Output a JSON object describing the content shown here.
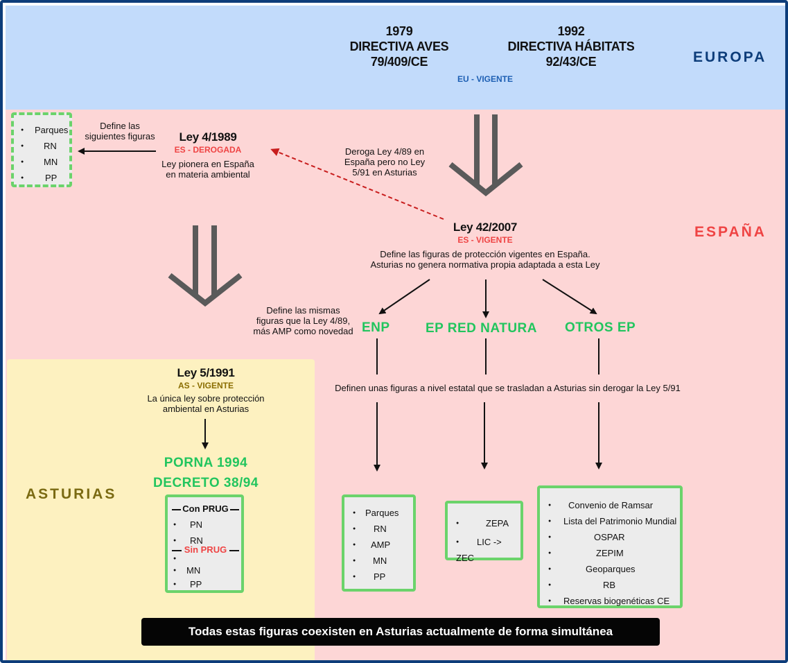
{
  "regions": {
    "europa": "EUROPA",
    "espana": "ESPAÑA",
    "asturias": "ASTURIAS"
  },
  "colors": {
    "europa_bg": "#c2dbfb",
    "espana_bg": "#fdd6d6",
    "asturias_bg": "#fdf1c0",
    "green": "#22c55e",
    "red": "#ef4444",
    "blue": "#0d3d7a",
    "olive": "#7a6a12"
  },
  "europa": {
    "directiva_aves": {
      "year": "1979",
      "name": "DIRECTIVA AVES",
      "code": "79/409/CE"
    },
    "directiva_habitats": {
      "year": "1992",
      "name": "DIRECTIVA HÁBITATS",
      "code": "92/43/CE"
    },
    "status": "EU - VIGENTE"
  },
  "ley_4_1989": {
    "title": "Ley 4/1989",
    "status": "ES - DEROGADA",
    "desc1": "Ley pionera en España",
    "desc2": "en materia ambiental",
    "define1": "Define las",
    "define2": "siguientes figuras",
    "figuras": [
      "Parques",
      "RN",
      "MN",
      "PP"
    ]
  },
  "deroga_note": {
    "l1": "Deroga Ley 4/89 en",
    "l2": "España pero no Ley",
    "l3": "5/91 en Asturias"
  },
  "ley_42_2007": {
    "title": "Ley 42/2007",
    "status": "ES - VIGENTE",
    "desc1": "Define las figuras de protección vigentes en España.",
    "desc2": "Asturias no genera normativa propia adaptada a esta Ley"
  },
  "mismas_note": {
    "l1": "Define las mismas",
    "l2": "figuras que la Ley 4/89,",
    "l3": "más AMP como novedad"
  },
  "categories": {
    "enp": "ENP",
    "red_natura": "EP RED NATURA",
    "otros": "OTROS EP"
  },
  "definen_note": "Definen unas figuras a nivel estatal que se trasladan a Asturias sin derogar la Ley 5/91",
  "enp_box": [
    "Parques",
    "RN",
    "AMP",
    "MN",
    "PP"
  ],
  "red_natura_box": [
    "ZEPA",
    "LIC -> ZEC"
  ],
  "otros_box": [
    "Convenio de Ramsar",
    "Lista del Patrimonio Mundial",
    "OSPAR",
    "ZEPIM",
    "Geoparques",
    "RB",
    "Reservas biogenéticas CE"
  ],
  "ley_5_1991": {
    "title": "Ley 5/1991",
    "status": "AS - VIGENTE",
    "desc1": "La única ley sobre protección",
    "desc2": "ambiental en Asturias"
  },
  "porna": {
    "l1": "PORNA 1994",
    "l2": "DECRETO 38/94"
  },
  "porna_box": {
    "con_prug": "Con PRUG",
    "con_items": [
      "PN",
      "RN"
    ],
    "sin_prug": "Sin PRUG",
    "sin_items": [
      "MN",
      "PP"
    ]
  },
  "footer": "Todas estas figuras coexisten en Asturias actualmente de forma simultánea"
}
